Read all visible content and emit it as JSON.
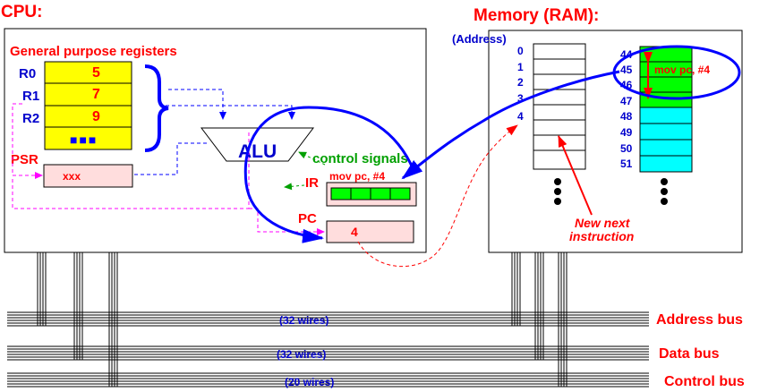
{
  "cpu": {
    "title": "CPU:",
    "gpr_title": "General purpose registers",
    "registers": [
      {
        "name": "R0",
        "value": "5"
      },
      {
        "name": "R1",
        "value": "7"
      },
      {
        "name": "R2",
        "value": "9"
      }
    ],
    "more": "■■■",
    "psr_label": "PSR",
    "psr_value": "xxx",
    "alu_label": "ALU",
    "control_signals": "control signals",
    "ir_label": "IR",
    "ir_instruction": "mov pc, #4",
    "pc_label": "PC",
    "pc_value": "4"
  },
  "memory": {
    "title": "Memory (RAM):",
    "address_header": "(Address)",
    "left_addresses": [
      "0",
      "1",
      "2",
      "3",
      "4"
    ],
    "right_addresses": [
      "44",
      "45",
      "46",
      "47",
      "48",
      "49",
      "50",
      "51"
    ],
    "highlight_instruction": "mov pc, #4",
    "annotation_line1": "New next",
    "annotation_line2": "instruction"
  },
  "buses": [
    {
      "wires": "(32 wires)",
      "name": "Address bus"
    },
    {
      "wires": "(32 wires)",
      "name": "Data bus"
    },
    {
      "wires": "(20 wires)",
      "name": "Control bus"
    }
  ],
  "colors": {
    "red": "#ff0000",
    "blue": "#0000ff",
    "green": "#00a000",
    "yellow": "#ffff00",
    "bright_green": "#00ff00",
    "cyan": "#00ffff",
    "pink": "#ffdddd",
    "magenta": "#ff00ff",
    "navy": "#0000cc"
  }
}
